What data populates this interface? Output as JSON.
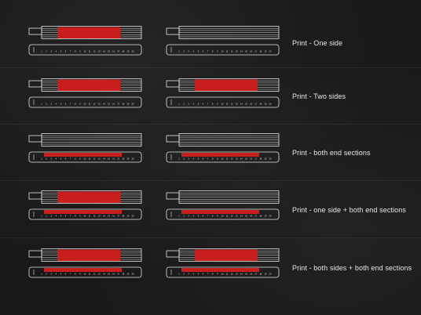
{
  "colors": {
    "accent": "#c81e1e",
    "stroke": "#e6e6e6",
    "background": "#191919"
  },
  "ruler_scale": [
    "1",
    "2",
    "3",
    "4",
    "5",
    "6",
    "7",
    "8",
    "9",
    "10",
    "11",
    "12",
    "13",
    "14",
    "15",
    "16",
    "17",
    "18",
    "19",
    "20"
  ],
  "rows": [
    {
      "label": "Print - One side",
      "front": {
        "top_print": true,
        "bottom_print": false
      },
      "back": {
        "top_print": false,
        "bottom_print": false
      }
    },
    {
      "label": "Print - Two sides",
      "front": {
        "top_print": true,
        "bottom_print": false
      },
      "back": {
        "top_print": true,
        "bottom_print": false
      }
    },
    {
      "label": "Print - both end sections",
      "front": {
        "top_print": false,
        "bottom_print": true
      },
      "back": {
        "top_print": false,
        "bottom_print": true
      }
    },
    {
      "label": "Print - one side + both end sections",
      "front": {
        "top_print": true,
        "bottom_print": true
      },
      "back": {
        "top_print": false,
        "bottom_print": true
      }
    },
    {
      "label": "Print - both sides + both end sections",
      "front": {
        "top_print": true,
        "bottom_print": true
      },
      "back": {
        "top_print": true,
        "bottom_print": true
      }
    }
  ]
}
